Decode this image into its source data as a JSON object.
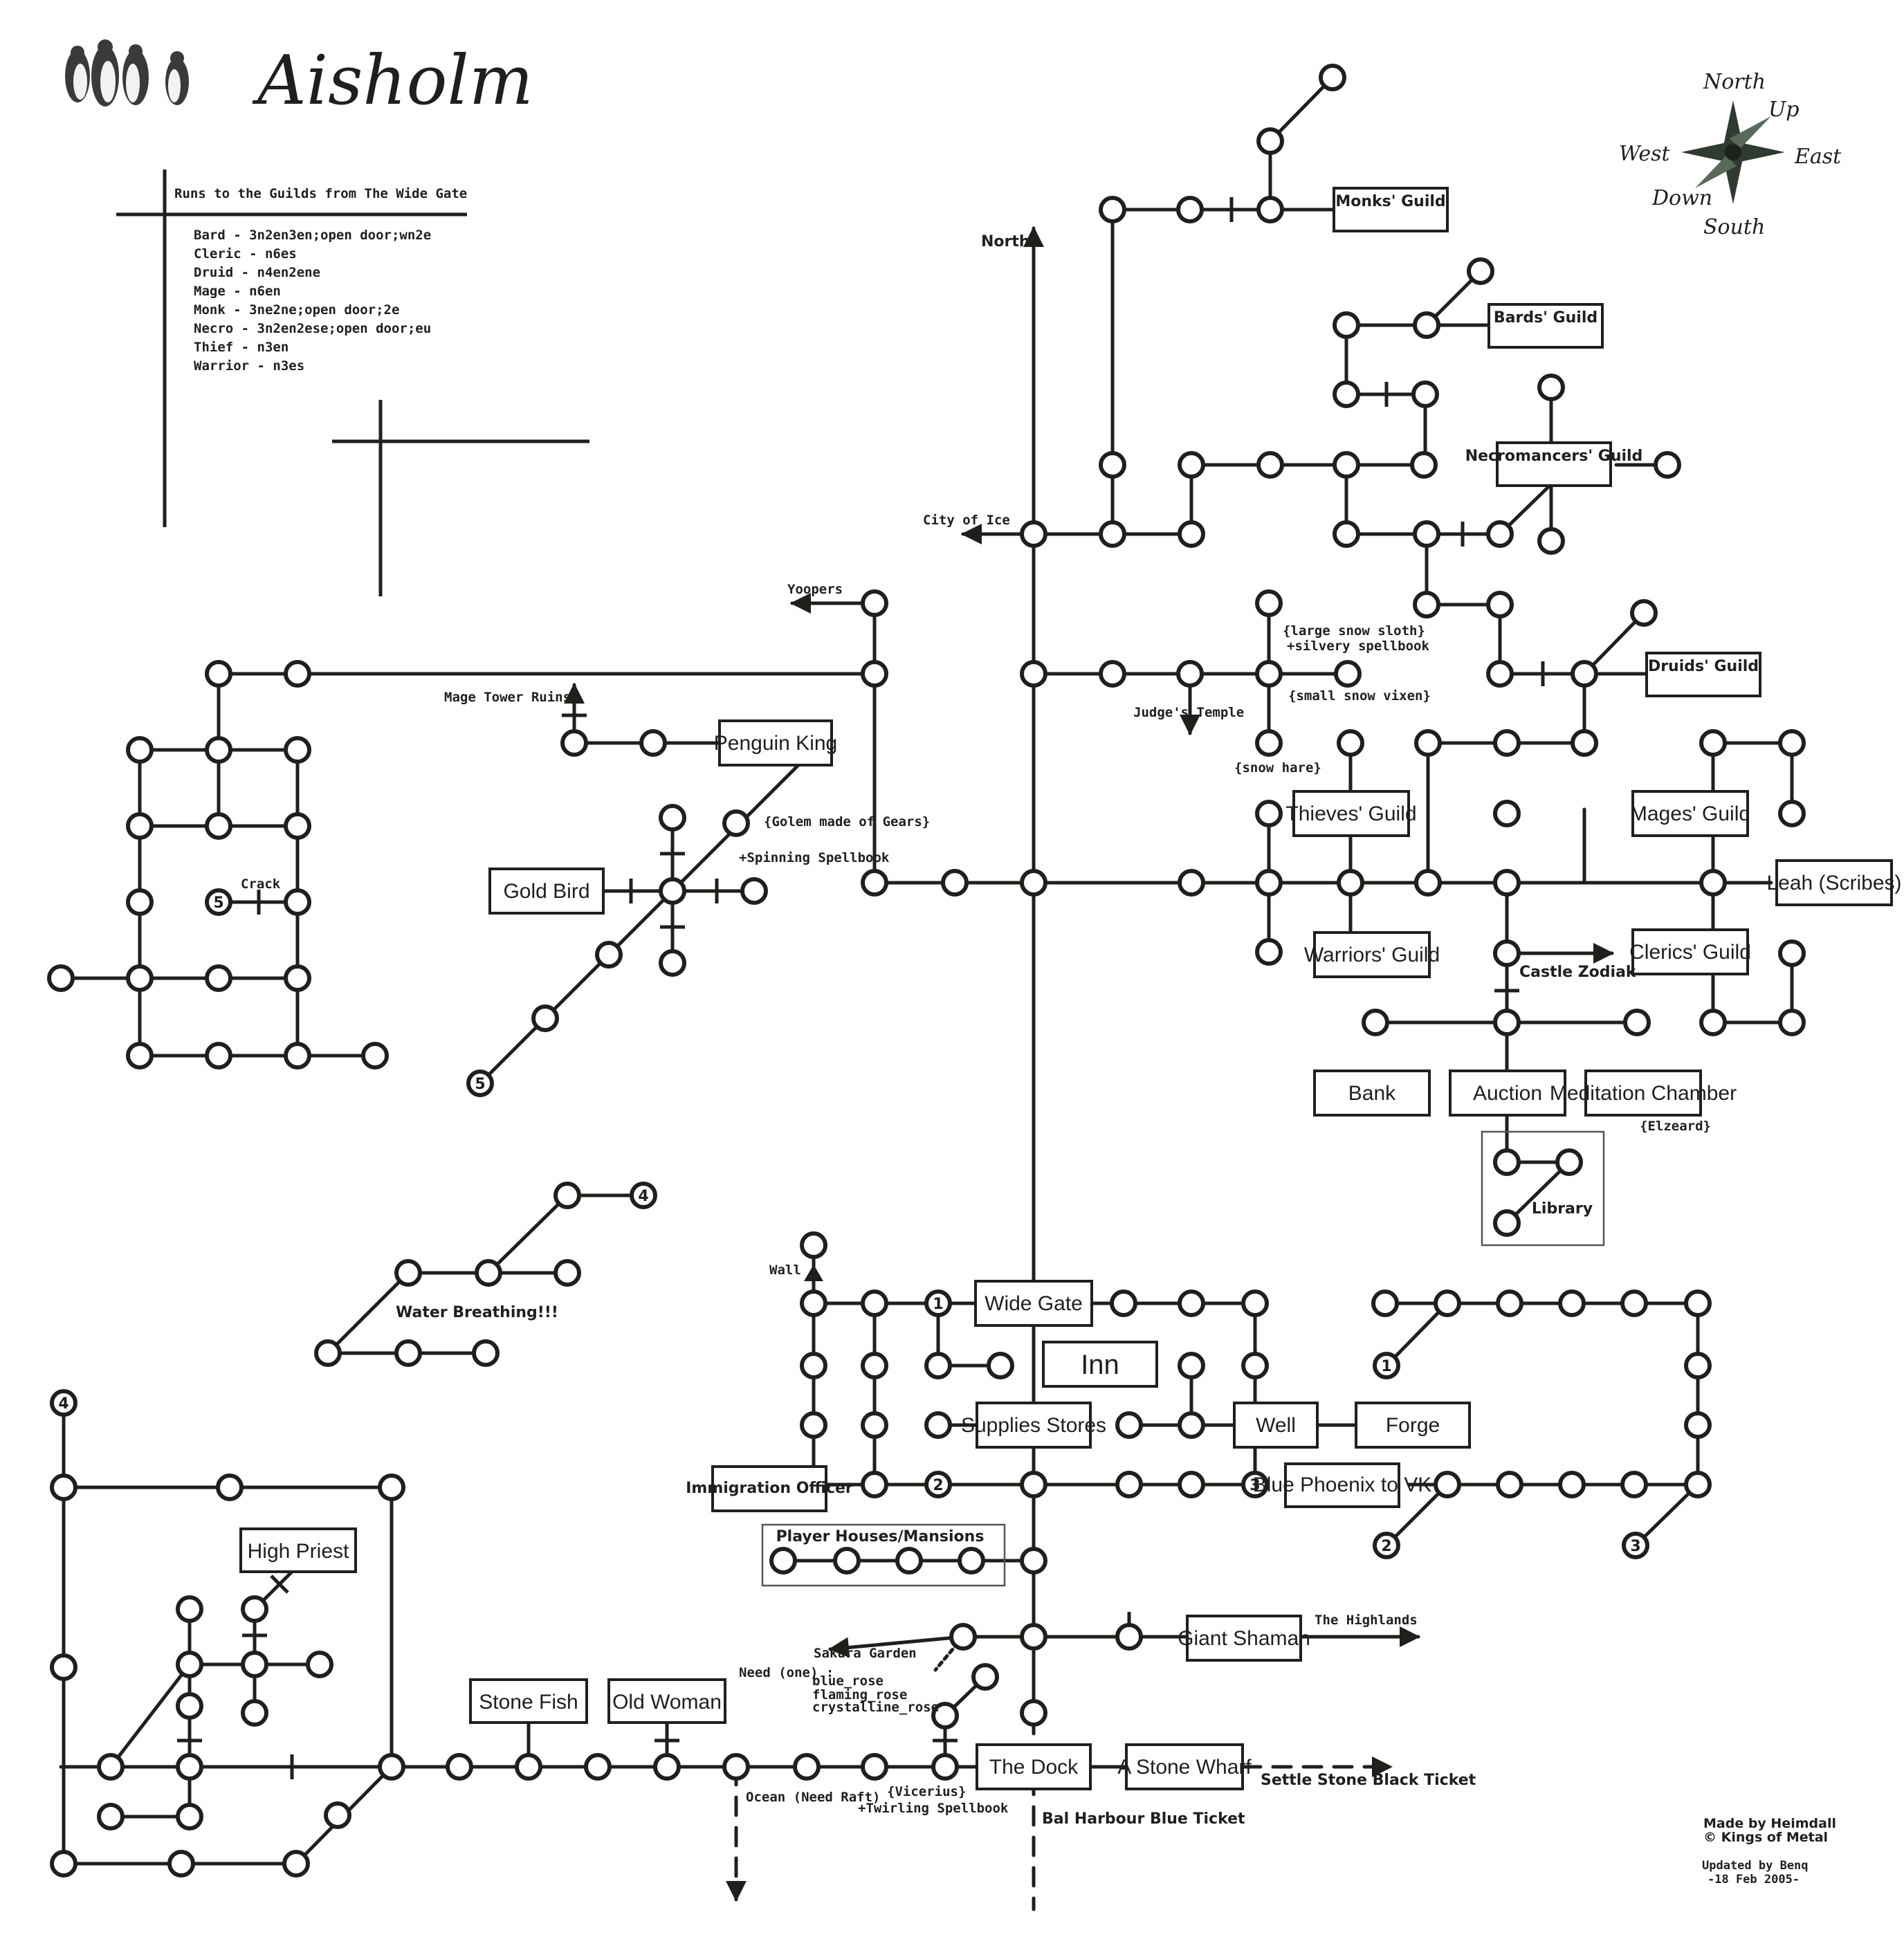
{
  "map": {
    "title": "Aisholm",
    "compass": {
      "north": "North",
      "south": "South",
      "east": "East",
      "west": "West",
      "up": "Up",
      "down": "Down"
    },
    "guild_runs": {
      "heading": "Runs to the Guilds from The Wide Gate",
      "runs": [
        "Bard - 3n2en3en;open door;wn2e",
        "Cleric - n6es",
        "Druid - n4en2ene",
        "Mage - n6en",
        "Monk - 3ne2ne;open door;2e",
        "Necro - 3n2en2ese;open door;eu",
        "Thief - n3en",
        "Warrior - n3es"
      ]
    },
    "credits": {
      "made_by": "Made by Heimdall",
      "copyright": "© Kings of Metal",
      "updated_by": "Updated by Benq",
      "date": "-18 Feb 2005-"
    },
    "rooms": {
      "monks_guild": "Monks' Guild",
      "bards_guild": "Bards' Guild",
      "necromancers_guild": "Necromancers' Guild",
      "druids_guild": "Druids' Guild",
      "thieves_guild": "Thieves' Guild",
      "warriors_guild": "Warriors' Guild",
      "mages_guild": "Mages' Guild",
      "clerics_guild": "Clerics' Guild",
      "leah": "Leah (Scribes)",
      "bank": "Bank",
      "auction": "Auction",
      "meditation": "Meditation Chamber",
      "penguin_king": "Penguin King",
      "gold_bird": "Gold Bird",
      "wide_gate": "Wide Gate",
      "inn": "Inn",
      "supplies": "Supplies Stores",
      "well": "Well",
      "forge": "Forge",
      "blue_phoenix": "Blue Phoenix to VK",
      "immigration": "Immigration Officer",
      "player_houses": "Player Houses/Mansions",
      "giant_shaman": "Giant Shaman",
      "the_dock": "The Dock",
      "stone_wharf": "A Stone Wharf",
      "stone_fish": "Stone Fish",
      "old_woman": "Old Woman",
      "high_priest": "High Priest",
      "library": "Library"
    },
    "annotations": {
      "north": "North",
      "city_of_ice": "City of Ice",
      "yoopers": "Yoopers",
      "mage_tower_ruins": "Mage Tower Ruins",
      "judges_temple": "Judge's Temple",
      "large_snow_sloth": "{large snow sloth}",
      "silvery_spellbook": "+silvery spellbook",
      "small_snow_vixen": "{small snow vixen}",
      "snow_hare": "{snow hare}",
      "golem": "{Golem made of Gears}",
      "spinning_spellbook": "+Spinning Spellbook",
      "crack": "Crack",
      "castle_zodiak": "Castle Zodiak",
      "elzeard": "{Elzeard}",
      "wall": "Wall",
      "water_breathing": "Water Breathing!!!",
      "the_highlands": "The Highlands",
      "sakura_garden": "Sakura Garden",
      "need_one": "Need (one) :",
      "blue_rose": "blue_rose",
      "flaming_rose": "flaming_rose",
      "crystalline_rose": "crystalline_rose",
      "ocean": "Ocean (Need Raft)",
      "vicerius": "{Vicerius}",
      "twirling_spellbook": "+Twirling Spellbook",
      "bal_harbour": "Bal Harbour Blue Ticket",
      "settle_stone": "Settle Stone Black Ticket"
    },
    "markers": {
      "m1": "1",
      "m2": "2",
      "m3": "3",
      "m4": "4",
      "m5": "5"
    }
  }
}
